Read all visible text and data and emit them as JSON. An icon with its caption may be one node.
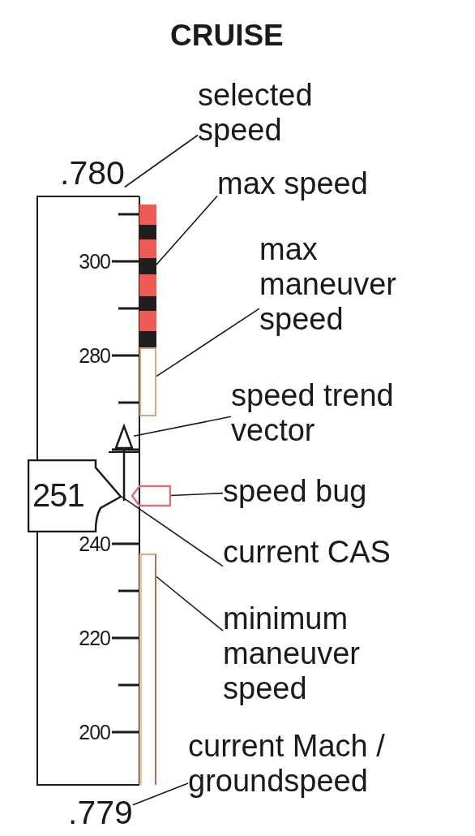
{
  "diagram": {
    "title": "CRUISE",
    "nodes": [
      {
        "text": [
          "selected speed"
        ]
      },
      {
        "text": [
          ".780"
        ]
      },
      {
        "text": [
          "max speed"
        ]
      },
      {
        "text": [],
        "shape": "bar"
      },
      {
        "text": [
          "max maneuver speed"
        ]
      },
      {
        "text": [],
        "shape": "bar"
      },
      {
        "text": [
          "speed trend vector"
        ]
      },
      {
        "text": [],
        "shape": "arrow"
      },
      {
        "text": [
          "speed bug"
        ]
      },
      {
        "text": [],
        "shape": "box"
      },
      {
        "text": [
          "current CAS"
        ]
      },
      {
        "text": [
          "251"
        ]
      },
      {
        "text": [
          "minimum maneuver speed"
        ]
      },
      {
        "text": [],
        "shape": "bar"
      },
      {
        "text": [
          "current Mach / groundspeed"
        ]
      },
      {
        "text": [
          ".779"
        ]
      }
    ],
    "edges": [
      {
        "from": 0,
        "to": 1,
        "arrow": "none"
      },
      {
        "from": 2,
        "to": 3,
        "arrow": "none"
      },
      {
        "from": 4,
        "to": 5,
        "arrow": "none"
      },
      {
        "from": 6,
        "to": 7,
        "arrow": "none"
      },
      {
        "from": 8,
        "to": 9,
        "arrow": "none"
      },
      {
        "from": 10,
        "to": 11,
        "arrow": "none"
      },
      {
        "from": 12,
        "to": 13,
        "arrow": "none"
      },
      {
        "from": 14,
        "to": 15,
        "arrow": "none"
      }
    ],
    "labels": [
      "300",
      "280",
      "240",
      "220",
      "200"
    ]
  }
}
